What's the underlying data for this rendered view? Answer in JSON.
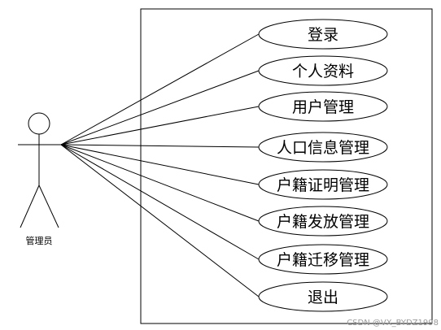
{
  "actor": {
    "label": "管理员"
  },
  "use_cases": [
    {
      "label": "登录"
    },
    {
      "label": "个人资料"
    },
    {
      "label": "用户管理"
    },
    {
      "label": "人口信息管理"
    },
    {
      "label": "户籍证明管理"
    },
    {
      "label": "户籍发放管理"
    },
    {
      "label": "户籍迁移管理"
    },
    {
      "label": "退出"
    }
  ],
  "watermark": "CSDN @VX_BYDZ1998"
}
